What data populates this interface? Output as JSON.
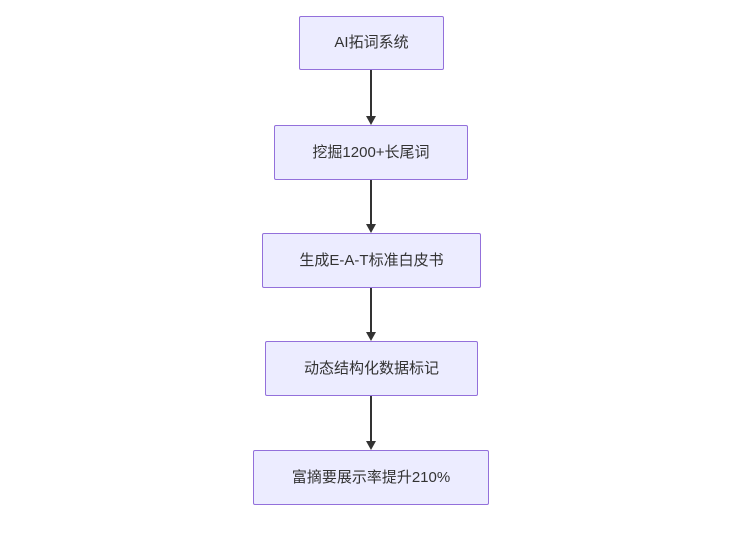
{
  "diagram": {
    "type": "flowchart",
    "direction": "top-down",
    "nodes": [
      {
        "label": "AI拓词系统"
      },
      {
        "label": "挖掘1200+长尾词"
      },
      {
        "label": "生成E-A-T标准白皮书"
      },
      {
        "label": "动态结构化数据标记"
      },
      {
        "label": "富摘要展示率提升210%"
      }
    ],
    "edges": [
      {
        "from": 0,
        "to": 1
      },
      {
        "from": 1,
        "to": 2
      },
      {
        "from": 2,
        "to": 3
      },
      {
        "from": 3,
        "to": 4
      }
    ],
    "colors": {
      "node_fill": "#ececff",
      "node_border": "#9370db",
      "arrow": "#333333",
      "text": "#333333",
      "background": "#ffffff"
    }
  }
}
